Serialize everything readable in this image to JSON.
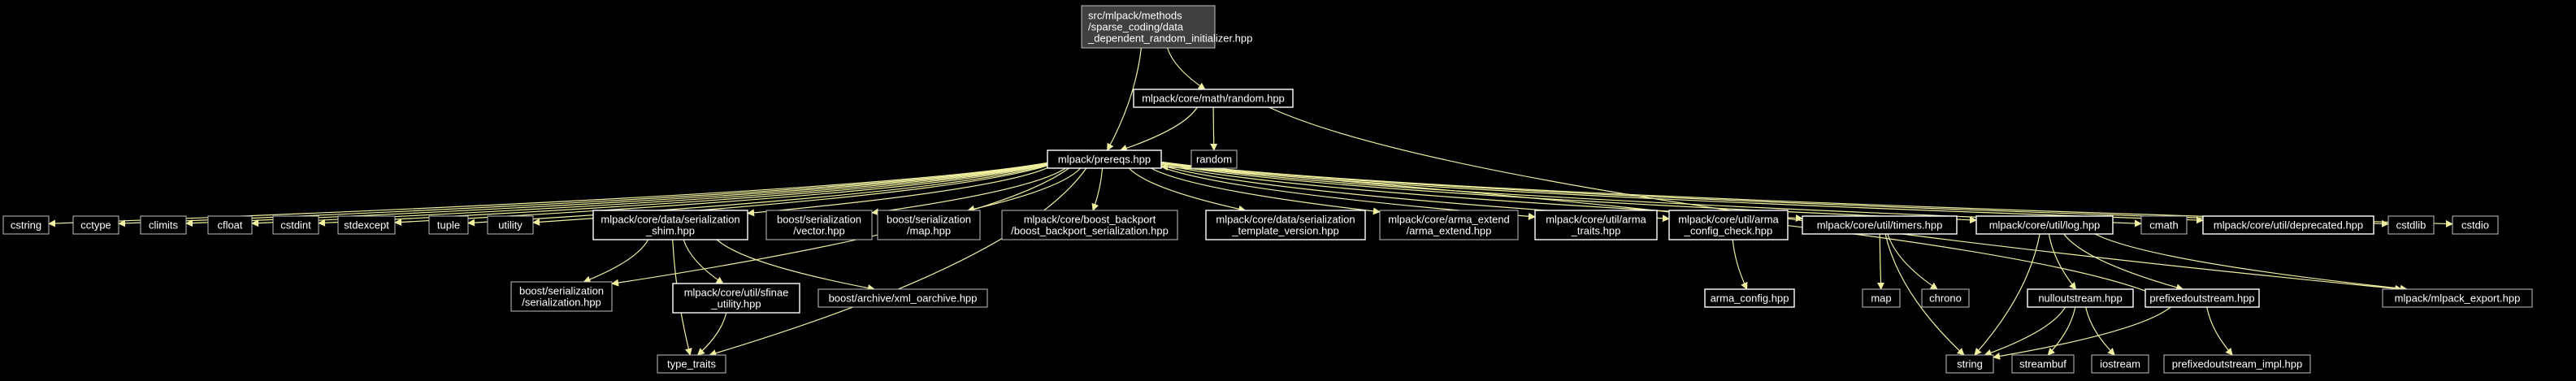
{
  "colors": {
    "background": "#000000",
    "edge": "#f0f0a0",
    "root_fill": "#404040",
    "root_border": "#bfbfbf",
    "documented_border": "#ffffff",
    "undocumented_border": "#bfbfbf",
    "node_text": "#ffffff"
  },
  "nodes": [
    {
      "id": "root",
      "lines": [
        "src/mlpack/methods",
        "/sparse_coding/data",
        "_dependent_random_initializer.hpp"
      ],
      "kind": "root"
    },
    {
      "id": "random_hpp",
      "lines": [
        "mlpack/core/math/random.hpp"
      ],
      "kind": "documented"
    },
    {
      "id": "prereqs",
      "lines": [
        "mlpack/prereqs.hpp"
      ],
      "kind": "documented"
    },
    {
      "id": "random",
      "lines": [
        "random"
      ],
      "kind": "undocumented"
    },
    {
      "id": "cstring",
      "lines": [
        "cstring"
      ],
      "kind": "undocumented"
    },
    {
      "id": "cctype",
      "lines": [
        "cctype"
      ],
      "kind": "undocumented"
    },
    {
      "id": "climits",
      "lines": [
        "climits"
      ],
      "kind": "undocumented"
    },
    {
      "id": "cfloat",
      "lines": [
        "cfloat"
      ],
      "kind": "undocumented"
    },
    {
      "id": "cstdint",
      "lines": [
        "cstdint"
      ],
      "kind": "undocumented"
    },
    {
      "id": "stdexcept",
      "lines": [
        "stdexcept"
      ],
      "kind": "undocumented"
    },
    {
      "id": "tuple",
      "lines": [
        "tuple"
      ],
      "kind": "undocumented"
    },
    {
      "id": "utility",
      "lines": [
        "utility"
      ],
      "kind": "undocumented"
    },
    {
      "id": "shim",
      "lines": [
        "mlpack/core/data/serialization",
        "_shim.hpp"
      ],
      "kind": "documented"
    },
    {
      "id": "vector",
      "lines": [
        "boost/serialization",
        "/vector.hpp"
      ],
      "kind": "undocumented"
    },
    {
      "id": "map_hpp",
      "lines": [
        "boost/serialization",
        "/map.hpp"
      ],
      "kind": "undocumented"
    },
    {
      "id": "boost_backport",
      "lines": [
        "mlpack/core/boost_backport",
        "/boost_backport_serialization.hpp"
      ],
      "kind": "undocumented"
    },
    {
      "id": "template_version",
      "lines": [
        "mlpack/core/data/serialization",
        "_template_version.hpp"
      ],
      "kind": "documented"
    },
    {
      "id": "arma_extend",
      "lines": [
        "mlpack/core/arma_extend",
        "/arma_extend.hpp"
      ],
      "kind": "undocumented"
    },
    {
      "id": "arma_traits",
      "lines": [
        "mlpack/core/util/arma",
        "_traits.hpp"
      ],
      "kind": "documented"
    },
    {
      "id": "arma_config_check",
      "lines": [
        "mlpack/core/util/arma",
        "_config_check.hpp"
      ],
      "kind": "documented"
    },
    {
      "id": "timers",
      "lines": [
        "mlpack/core/util/timers.hpp"
      ],
      "kind": "documented"
    },
    {
      "id": "log",
      "lines": [
        "mlpack/core/util/log.hpp"
      ],
      "kind": "documented"
    },
    {
      "id": "cmath",
      "lines": [
        "cmath"
      ],
      "kind": "undocumented"
    },
    {
      "id": "deprecated",
      "lines": [
        "mlpack/core/util/deprecated.hpp"
      ],
      "kind": "documented"
    },
    {
      "id": "cstdlib",
      "lines": [
        "cstdlib"
      ],
      "kind": "undocumented"
    },
    {
      "id": "cstdio",
      "lines": [
        "cstdio"
      ],
      "kind": "undocumented"
    },
    {
      "id": "serialization",
      "lines": [
        "boost/serialization",
        "/serialization.hpp"
      ],
      "kind": "undocumented"
    },
    {
      "id": "sfinae",
      "lines": [
        "mlpack/core/util/sfinae",
        "_utility.hpp"
      ],
      "kind": "documented"
    },
    {
      "id": "xml_oarchive",
      "lines": [
        "boost/archive/xml_oarchive.hpp"
      ],
      "kind": "undocumented"
    },
    {
      "id": "type_traits",
      "lines": [
        "type_traits"
      ],
      "kind": "undocumented"
    },
    {
      "id": "arma_config",
      "lines": [
        "arma_config.hpp"
      ],
      "kind": "documented"
    },
    {
      "id": "map",
      "lines": [
        "map"
      ],
      "kind": "undocumented"
    },
    {
      "id": "chrono",
      "lines": [
        "chrono"
      ],
      "kind": "undocumented"
    },
    {
      "id": "nullout",
      "lines": [
        "nulloutstream.hpp"
      ],
      "kind": "documented"
    },
    {
      "id": "prefixed",
      "lines": [
        "prefixedoutstream.hpp"
      ],
      "kind": "documented"
    },
    {
      "id": "mlpack_export",
      "lines": [
        "mlpack/mlpack_export.hpp"
      ],
      "kind": "undocumented"
    },
    {
      "id": "string",
      "lines": [
        "string"
      ],
      "kind": "undocumented"
    },
    {
      "id": "streambuf",
      "lines": [
        "streambuf"
      ],
      "kind": "undocumented"
    },
    {
      "id": "iostream",
      "lines": [
        "iostream"
      ],
      "kind": "undocumented"
    },
    {
      "id": "prefixed_impl",
      "lines": [
        "prefixedoutstream_impl.hpp"
      ],
      "kind": "undocumented"
    }
  ],
  "edges": [
    [
      "root",
      "random_hpp"
    ],
    [
      "root",
      "prereqs"
    ],
    [
      "random_hpp",
      "prereqs"
    ],
    [
      "random_hpp",
      "random"
    ],
    [
      "random_hpp",
      "mlpack_export"
    ],
    [
      "prereqs",
      "cstring"
    ],
    [
      "prereqs",
      "cctype"
    ],
    [
      "prereqs",
      "climits"
    ],
    [
      "prereqs",
      "cfloat"
    ],
    [
      "prereqs",
      "cstdint"
    ],
    [
      "prereqs",
      "stdexcept"
    ],
    [
      "prereqs",
      "tuple"
    ],
    [
      "prereqs",
      "utility"
    ],
    [
      "prereqs",
      "shim"
    ],
    [
      "prereqs",
      "vector"
    ],
    [
      "prereqs",
      "map_hpp"
    ],
    [
      "prereqs",
      "boost_backport"
    ],
    [
      "prereqs",
      "template_version"
    ],
    [
      "prereqs",
      "arma_extend"
    ],
    [
      "prereqs",
      "arma_traits"
    ],
    [
      "prereqs",
      "arma_config_check"
    ],
    [
      "prereqs",
      "timers"
    ],
    [
      "prereqs",
      "log"
    ],
    [
      "prereqs",
      "cmath"
    ],
    [
      "prereqs",
      "deprecated"
    ],
    [
      "prereqs",
      "cstdlib"
    ],
    [
      "prereqs",
      "cstdio"
    ],
    [
      "prereqs",
      "serialization"
    ],
    [
      "prereqs",
      "type_traits"
    ],
    [
      "shim",
      "serialization"
    ],
    [
      "shim",
      "sfinae"
    ],
    [
      "shim",
      "xml_oarchive"
    ],
    [
      "shim",
      "type_traits"
    ],
    [
      "sfinae",
      "type_traits"
    ],
    [
      "arma_config_check",
      "arma_config"
    ],
    [
      "timers",
      "map"
    ],
    [
      "timers",
      "chrono"
    ],
    [
      "timers",
      "string"
    ],
    [
      "log",
      "nullout"
    ],
    [
      "log",
      "prefixed"
    ],
    [
      "log",
      "mlpack_export"
    ],
    [
      "log",
      "string"
    ],
    [
      "nullout",
      "string"
    ],
    [
      "nullout",
      "streambuf"
    ],
    [
      "nullout",
      "iostream"
    ],
    [
      "prefixed",
      "string"
    ],
    [
      "prefixed",
      "prefixed_impl"
    ],
    [
      "prefixed",
      "prereqs"
    ]
  ]
}
